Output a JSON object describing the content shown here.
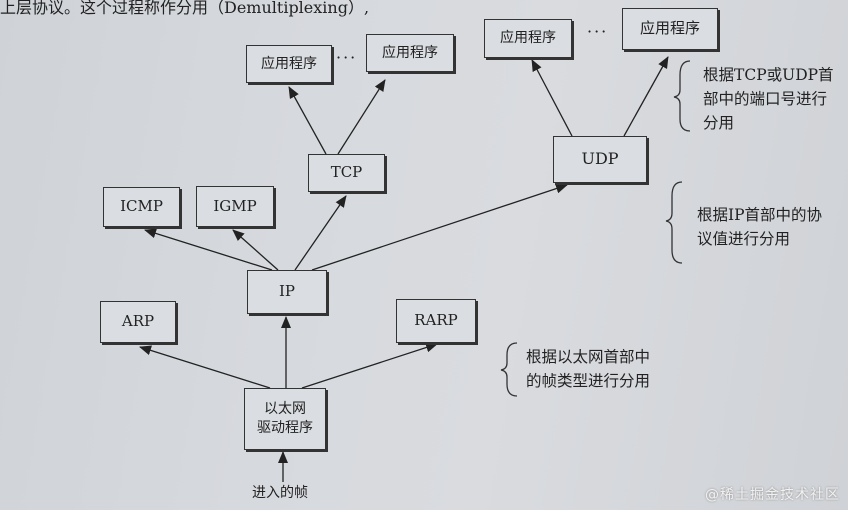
{
  "top_text": "上层协议。这个过程称作分用（Demultiplexing）,",
  "boxes": {
    "app1": "应用程序",
    "app2": "应用程序",
    "app3": "应用程序",
    "app4": "应用程序",
    "tcp": "TCP",
    "udp": "UDP",
    "icmp": "ICMP",
    "igmp": "IGMP",
    "ip": "IP",
    "arp": "ARP",
    "rarp": "RARP",
    "driver_line1": "以太网",
    "driver_line2": "驱动程序"
  },
  "ellipsis_left": "···",
  "ellipsis_right": "···",
  "incoming_label": "进入的帧",
  "notes": {
    "port": [
      "根据TCP或UDP首",
      "部中的端口号进行",
      "分用"
    ],
    "ip": [
      "根据IP首部中的协",
      "议值进行分用"
    ],
    "ethernet": [
      "根据以太网首部中",
      "的帧类型进行分用"
    ]
  },
  "watermark": "@稀土掘金技术社区"
}
